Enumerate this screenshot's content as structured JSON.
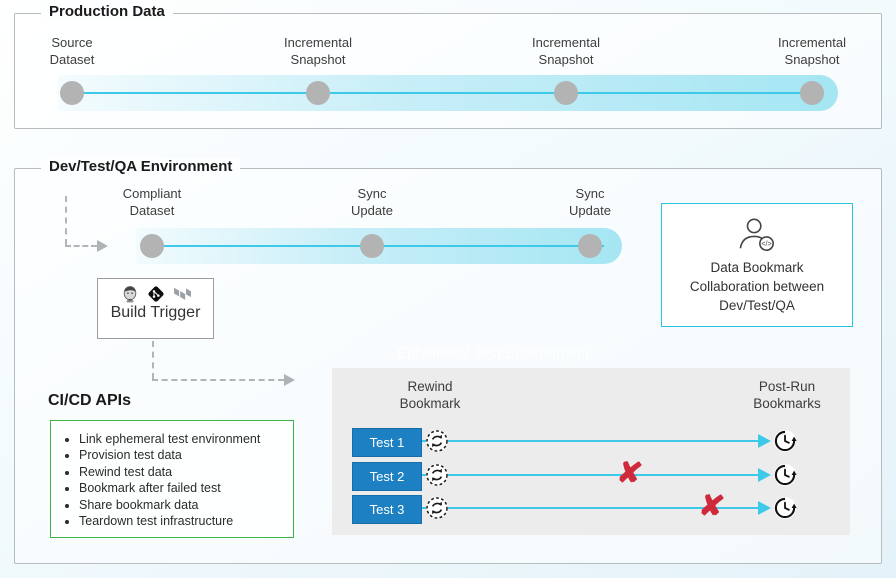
{
  "production": {
    "title": "Production Data",
    "nodes": [
      {
        "label": "Source\nDataset"
      },
      {
        "label": "Incremental\nSnapshot"
      },
      {
        "label": "Incremental\nSnapshot"
      },
      {
        "label": "Incremental\nSnapshot"
      }
    ]
  },
  "dev": {
    "title": "Dev/Test/QA Environment",
    "nodes": [
      {
        "label": "Compliant\nDataset"
      },
      {
        "label": "Sync\nUpdate"
      },
      {
        "label": "Sync\nUpdate"
      }
    ],
    "build_trigger": {
      "label": "Build Trigger",
      "icons": [
        "jenkins",
        "git",
        "terraform"
      ]
    },
    "bookmark_box": {
      "icon": "person-code",
      "text": "Data Bookmark\nCollaboration between\nDev/Test/QA"
    },
    "cicd": {
      "title": "CI/CD APIs",
      "items": [
        "Link ephemeral test environment",
        "Provision test data",
        "Rewind test data",
        "Bookmark after failed test",
        "Share bookmark data",
        "Teardown test infrastructure"
      ]
    },
    "ephemeral": {
      "watermark": "Ephemeral Test Environment",
      "rewind_header": "Rewind\nBookmark",
      "postrun_header": "Post-Run\nBookmarks",
      "tests": [
        {
          "label": "Test 1",
          "failed": false
        },
        {
          "label": "Test 2",
          "failed": true
        },
        {
          "label": "Test 3",
          "failed": true
        }
      ]
    }
  },
  "icons": {
    "failure_x": "✘",
    "rewind_bookmark": "cycle-arrows-dashed-circle",
    "post_run_bookmark": "clock-history-arrow"
  },
  "colors": {
    "accent_cyan": "#3fc9e8",
    "band_cyan": "#a5e6f3",
    "node_gray": "#b3b3b3",
    "test_blue": "#1d80c3",
    "cicd_green": "#3bb54a",
    "failure_red": "#cf2a3c",
    "bookmark_border": "#29c5de"
  }
}
